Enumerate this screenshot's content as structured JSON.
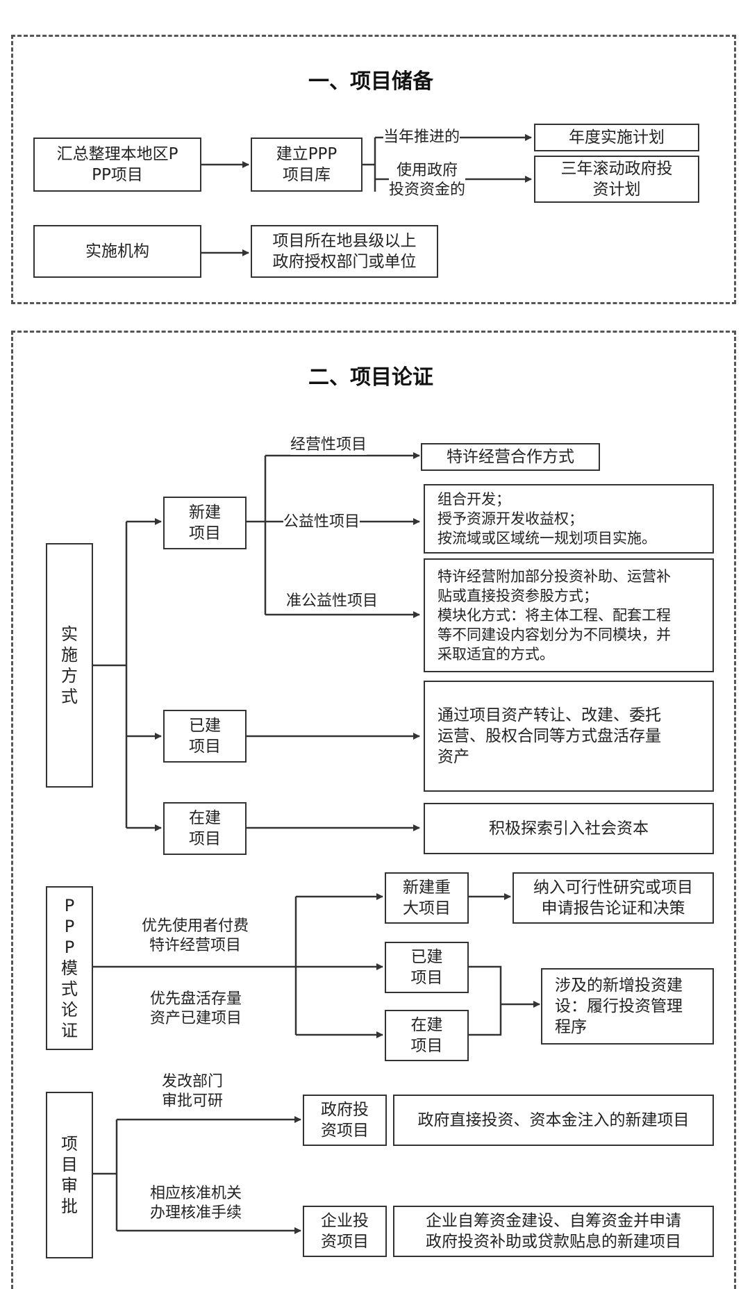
{
  "sections": [
    {
      "title": "一、项目储备"
    },
    {
      "title": "二、项目论证"
    }
  ],
  "storage": {
    "summary": "汇总整理本地区P\nPP项目",
    "library": "建立PPP\n项目库",
    "branch_current_year": "当年推进的",
    "branch_gov_funds": "使用政府\n投资资金的",
    "annual_plan": "年度实施计划",
    "three_year_plan": "三年滚动政府投\n资计划",
    "impl_agency": "实施机构",
    "impl_agency_desc": "项目所在地县级以上\n政府授权部门或单位"
  },
  "implementation": {
    "root": "实\n施\n方\n式",
    "new_project": "新建\n项目",
    "label_operating": "经营性项目",
    "label_public": "公益性项目",
    "label_quasi": "准公益性项目",
    "operating_result": "特许经营合作方式",
    "public_result": "组合开发；\n授予资源开发收益权；\n按流域或区域统一规划项目实施。",
    "quasi_result": "特许经营附加部分投资补助、运营补\n贴或直接投资参股方式；\n模块化方式：将主体工程、配套工程\n等不同建设内容划分为不同模块，并\n采取适宜的方式。",
    "built_project": "已建\n项目",
    "built_result": "通过项目资产转让、改建、委托\n运营、股权合同等方式盘活存量\n资产",
    "ongoing_project": "在建\n项目",
    "ongoing_result": "积极探索引入社会资本"
  },
  "ppp_mode": {
    "root": "P\nP\nP\n模\n式\n论\n证",
    "label_user_pay": "优先使用者付费\n特许经营项目",
    "label_revitalize": "优先盘活存量\n资产已建项目",
    "new_major": "新建重\n大项目",
    "new_major_result": "纳入可行性研究或项目\n申请报告论证和决策",
    "built": "已建\n项目",
    "ongoing": "在建\n项目",
    "investment_result": "涉及的新增投资建\n设：履行投资管理\n程序"
  },
  "approval": {
    "root": "项\n目\n审\n批",
    "label_ndrc": "发改部门\n审批可研",
    "label_verify": "相应核准机关\n办理核准手续",
    "gov_project": "政府投\n资项目",
    "gov_result": "政府直接投资、资本金注入的新建项目",
    "enterprise_project": "企业投\n资项目",
    "enterprise_result": "企业自筹资金建设、自筹资金并申请\n政府投资补助或贷款贴息的新建项目"
  }
}
